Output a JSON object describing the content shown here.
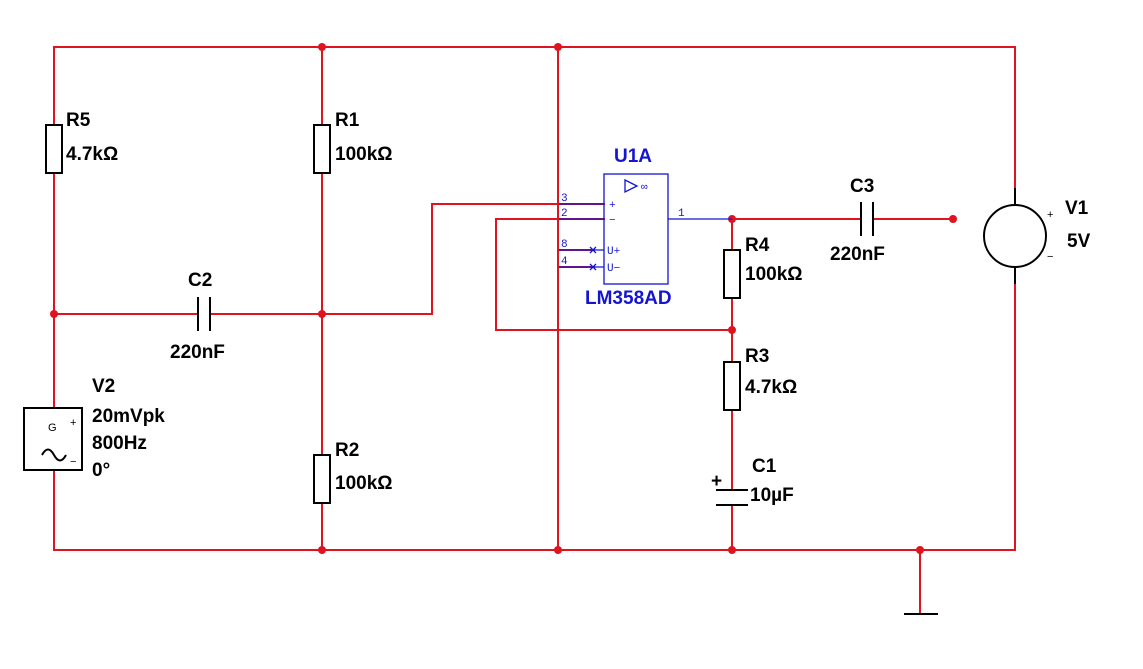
{
  "components": {
    "R5": {
      "ref": "R5",
      "value": "4.7kΩ"
    },
    "R1": {
      "ref": "R1",
      "value": "100kΩ"
    },
    "R2": {
      "ref": "R2",
      "value": "100kΩ"
    },
    "R4": {
      "ref": "R4",
      "value": "100kΩ"
    },
    "R3": {
      "ref": "R3",
      "value": "4.7kΩ"
    },
    "C2": {
      "ref": "C2",
      "value": "220nF"
    },
    "C3": {
      "ref": "C3",
      "value": "220nF"
    },
    "C1": {
      "ref": "C1",
      "value": "10µF",
      "polarity": "+"
    },
    "V2": {
      "ref": "V2",
      "amplitude": "20mVpk",
      "frequency": "800Hz",
      "phase": "0°",
      "symbol": "G",
      "plus": "+",
      "minus": "−"
    },
    "V1": {
      "ref": "V1",
      "value": "5V",
      "plus": "+",
      "minus": "−"
    },
    "U1A": {
      "ref": "U1A",
      "part": "LM358AD",
      "pins": {
        "p3": "3",
        "p2": "2",
        "p8": "8",
        "p4": "4",
        "p1": "1"
      },
      "inputs": {
        "plus": "+",
        "minus": "−",
        "vpos": "U+",
        "vneg": "U−"
      },
      "gain_symbol": "∞"
    }
  },
  "colors": {
    "wire": "#e0141e",
    "component": "#000000",
    "ic": "#1414d2",
    "background": "#ffffff"
  }
}
